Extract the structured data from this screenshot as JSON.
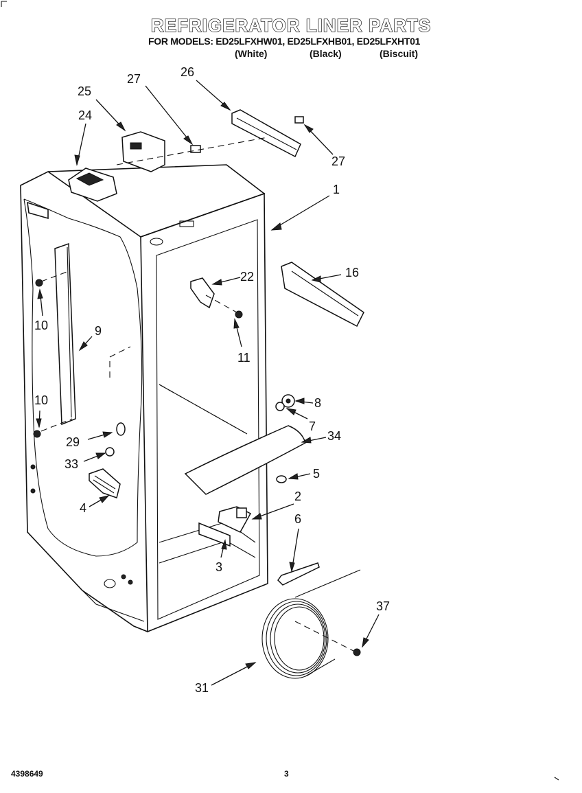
{
  "header": {
    "title": "REFRIGERATOR LINER PARTS",
    "models_line": "FOR MODELS: ED25LFXHW01, ED25LFXHB01, ED25LFXHT01",
    "variants": [
      "(White)",
      "(Black)",
      "(Biscuit)"
    ]
  },
  "callouts": {
    "c1": "1",
    "c2": "2",
    "c3": "3",
    "c4": "4",
    "c5": "5",
    "c6": "6",
    "c7": "7",
    "c8": "8",
    "c9": "9",
    "c10a": "10",
    "c10b": "10",
    "c11": "11",
    "c16": "16",
    "c22": "22",
    "c24": "24",
    "c25": "25",
    "c26": "26",
    "c27a": "27",
    "c27b": "27",
    "c29": "29",
    "c31": "31",
    "c33": "33",
    "c34": "34",
    "c37": "37"
  },
  "footer": {
    "doc_number": "4398649",
    "page_number": "3"
  }
}
